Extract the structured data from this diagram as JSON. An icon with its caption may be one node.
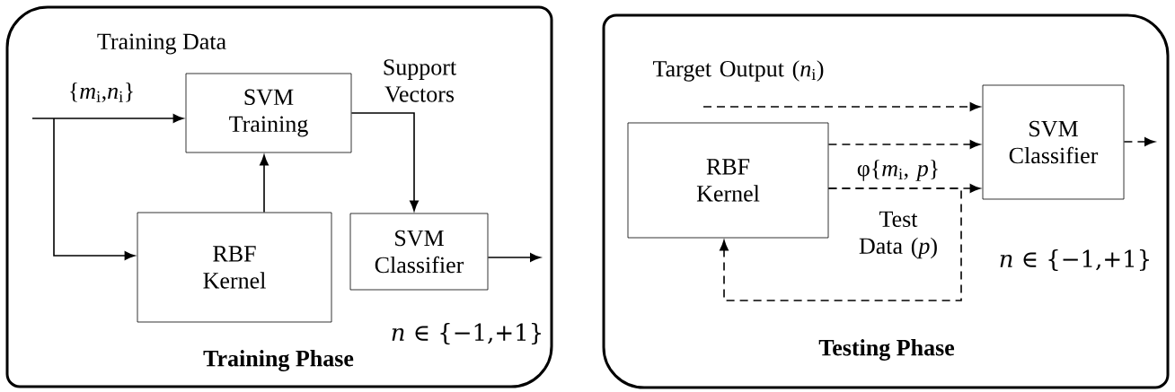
{
  "diagram": {
    "nodes": [
      {
        "text": [
          "Training Phase"
        ]
      },
      {
        "text": [
          "SVM Training"
        ],
        "in": 0
      },
      {
        "text": [
          "RBF Kernel"
        ],
        "in": 0
      },
      {
        "text": [
          "SVM Classifier"
        ],
        "in": 0
      },
      {
        "text": [
          "Testing Phase"
        ]
      },
      {
        "text": [
          "RBF Kernel"
        ],
        "in": 4
      },
      {
        "text": [
          "SVM Classifier"
        ],
        "in": 4
      }
    ],
    "edges": [
      {
        "from": null,
        "to": 1,
        "arrow": "to",
        "label": "{*m*$_{i}$,*n*$_{i}$}"
      },
      {
        "from": null,
        "to": 2,
        "arrow": "to"
      },
      {
        "from": 2,
        "to": 1,
        "arrow": "to"
      },
      {
        "from": 1,
        "to": 3,
        "arrow": "to",
        "label": "Support Vectors"
      },
      {
        "from": 3,
        "to": null,
        "arrow": "to"
      },
      {
        "from": null,
        "to": 6,
        "arrow": "to",
        "style": "dashed",
        "label": "Target Output (*n*$_{i}$)"
      },
      {
        "from": 5,
        "to": 6,
        "arrow": "to",
        "style": "dashed"
      },
      {
        "from": 5,
        "to": 6,
        "arrow": "to",
        "style": "dashed",
        "label": "φ{*m*$_{i}$, *p*}"
      },
      {
        "from": 5,
        "to": 5,
        "arrow": "to",
        "style": "dashed",
        "label": "Test Data (*p*)"
      },
      {
        "from": 6,
        "to": null,
        "arrow": "to",
        "style": "dashed"
      }
    ],
    "labels": [
      "Training Data",
      "*n* ∈ {−1,+1}",
      "*n* ∈ {−1,+1}"
    ]
  }
}
